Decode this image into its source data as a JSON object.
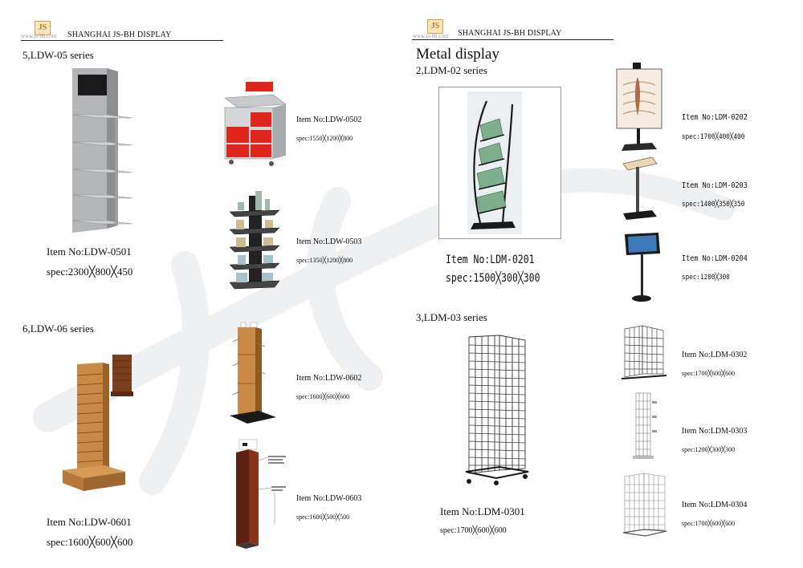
{
  "header": {
    "logo_text": "JS",
    "url": "www.js-bh.com",
    "company": "SHANGHAI JS-BH DISPLAY"
  },
  "left_page": {
    "series_ldw05": "5,LDW-05 series",
    "series_ldw06": "6,LDW-06 series",
    "products": [
      {
        "item": "Item No:LDW-0501",
        "spec": "spec:2300╳800╳450"
      },
      {
        "item": "Item No:LDW-0502",
        "spec": "spec:1550╳1200╳800"
      },
      {
        "item": "Item No:LDW-0503",
        "spec": "spec:1350╳1200╳800"
      },
      {
        "item": "Item No:LDW-0601",
        "spec": "spec:1600╳600╳600"
      },
      {
        "item": "Item No:LDW-0602",
        "spec": "spec:1600╳600╳600"
      },
      {
        "item": "Item No:LDW-0603",
        "spec": "spec:1600╳500╳500"
      }
    ]
  },
  "right_page": {
    "title": "Metal display",
    "series_ldm02": "2,LDM-02 series",
    "series_ldm03": "3,LDM-03 series",
    "products": [
      {
        "item": "Item No:LDM-0201",
        "spec": "spec:1500╳300╳300"
      },
      {
        "item": "Item No:LDM-0202",
        "spec": "spec:1700╳400╳400"
      },
      {
        "item": "Item No:LDM-0203",
        "spec": "spec:1400╳350╳350"
      },
      {
        "item": "Item No:LDM-0204",
        "spec": "spec:1200╳300"
      },
      {
        "item": "Item No:LDM-0301",
        "spec": "spec:1700╳600╳600"
      },
      {
        "item": "Item No:LDM-0302",
        "spec": "spec:1700╳600╳600"
      },
      {
        "item": "Item No:LDM-0303",
        "spec": "spec:1200╳300╳300"
      },
      {
        "item": "Item No:LDM-0304",
        "spec": "spec:1700╳600╳600"
      }
    ]
  },
  "colors": {
    "watermark": "#eef0f2",
    "accent_red": "#e0251b",
    "wood": "#c98a45",
    "mahogany": "#7a2a18",
    "metal": "#a6a8ab",
    "black": "#1a1a1a"
  }
}
